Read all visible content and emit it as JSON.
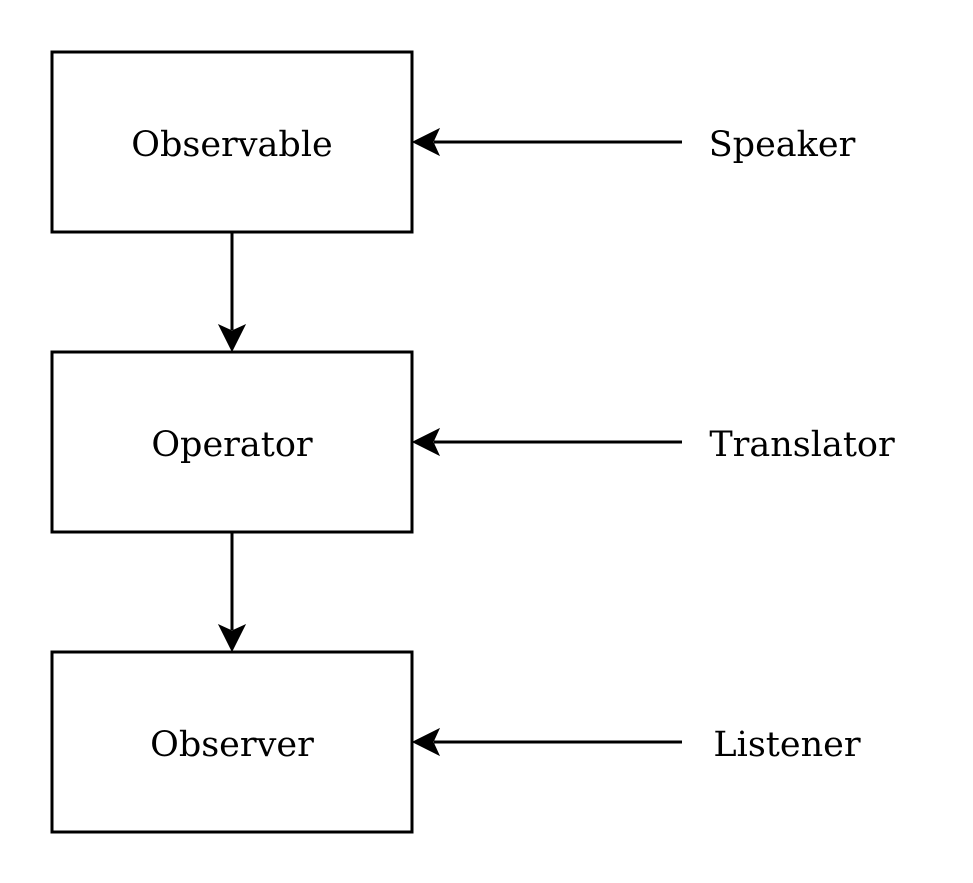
{
  "nodes": {
    "observable": "Observable",
    "operator": "Operator",
    "observer": "Observer"
  },
  "roles": {
    "speaker": "Speaker",
    "translator": "Translator",
    "listener": "Listener"
  },
  "colors": {
    "stroke": "#000000",
    "background": "#ffffff"
  }
}
